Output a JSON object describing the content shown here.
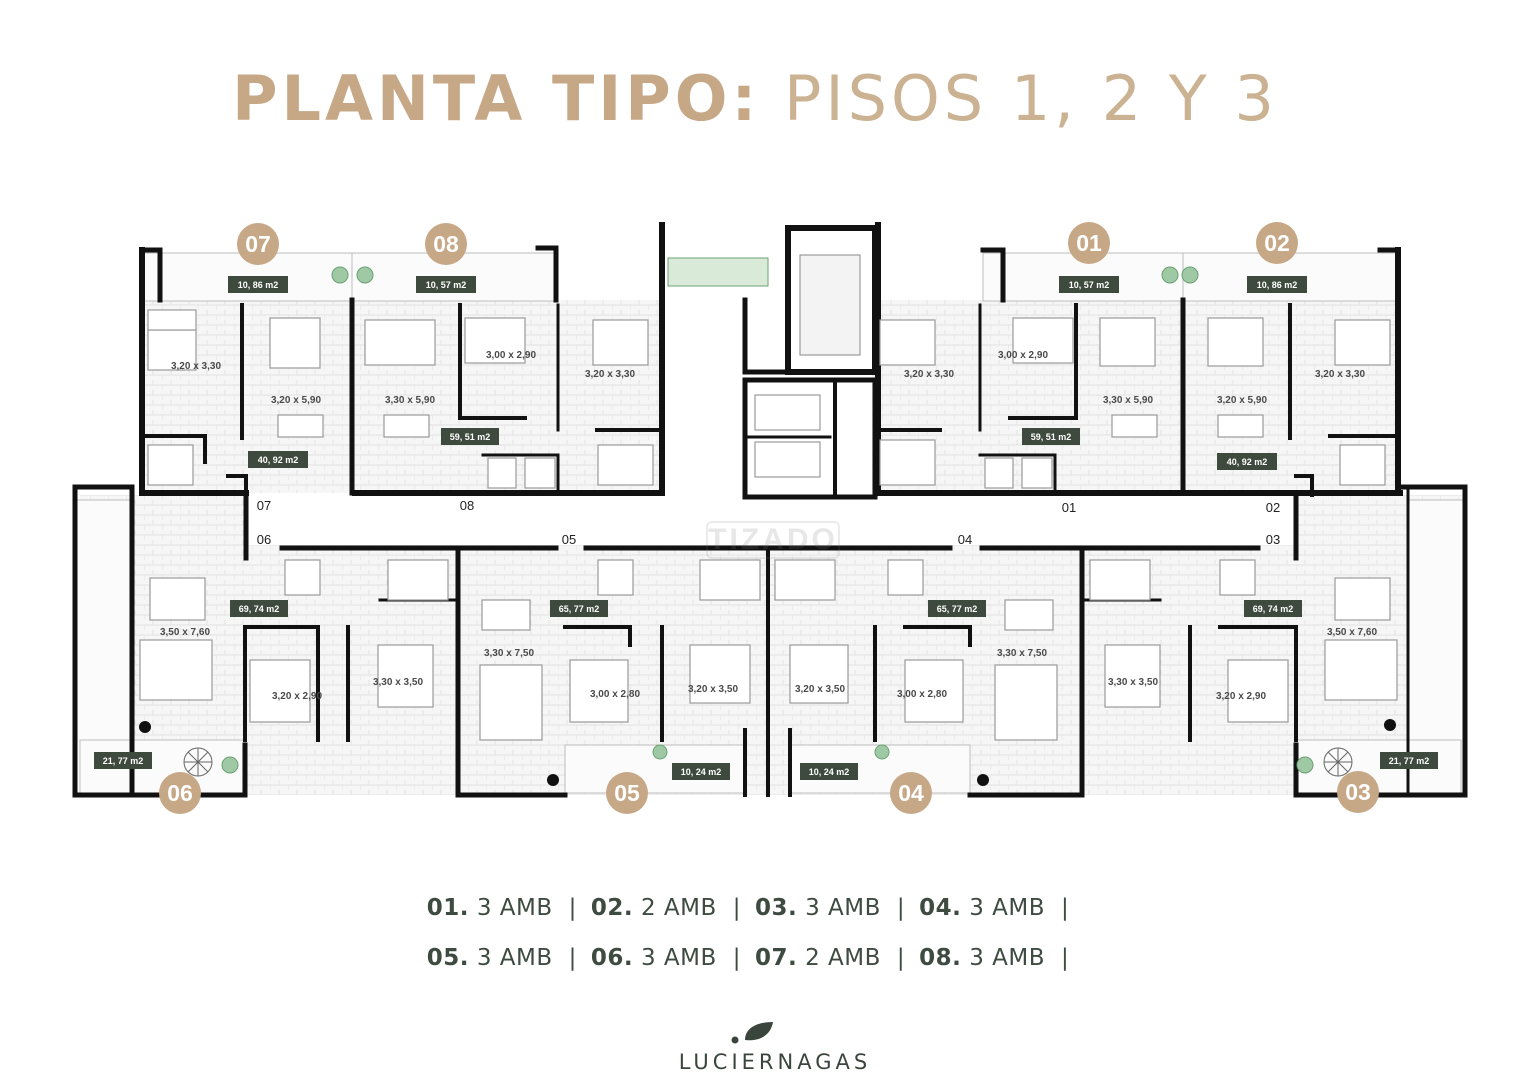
{
  "title": {
    "bold": "PLANTA TIPO:",
    "light": "PISOS 1, 2 Y 3"
  },
  "colors": {
    "accent": "#c6a887",
    "dark_green": "#3b4a3c",
    "wall": "#111111",
    "label_bg": "#3d4a3d"
  },
  "units": [
    {
      "num": "07",
      "area": "10, 86 m2"
    },
    {
      "num": "08",
      "area": "10, 57 m2"
    },
    {
      "num": "01",
      "area": "10, 57 m2"
    },
    {
      "num": "02",
      "area": "10, 86 m2"
    },
    {
      "num": "06",
      "area": "21, 77 m2"
    },
    {
      "num": "05",
      "area": "10, 24 m2"
    },
    {
      "num": "04",
      "area": "10, 24 m2"
    },
    {
      "num": "03",
      "area": "21, 77 m2"
    }
  ],
  "unit_areas": [
    {
      "unit": "07",
      "area": "40, 92 m2"
    },
    {
      "unit": "08",
      "area": "59, 51 m2"
    },
    {
      "unit": "01",
      "area": "59, 51 m2"
    },
    {
      "unit": "02",
      "area": "40, 92 m2"
    },
    {
      "unit": "06",
      "area": "69, 74 m2"
    },
    {
      "unit": "05",
      "area": "65, 77 m2"
    },
    {
      "unit": "04",
      "area": "65, 77 m2"
    },
    {
      "unit": "03",
      "area": "69, 74 m2"
    }
  ],
  "room_dims": [
    "3,20 x 3,30",
    "3,20 x 5,90",
    "3,30 x 5,90",
    "3,00 x 2,90",
    "3,20 x 3,30",
    "3,20 x 3,30",
    "3,00 x 2,90",
    "3,30 x 5,90",
    "3,20 x 5,90",
    "3,20 x 3,30",
    "3,50 x 7,60",
    "3,20 x 2,90",
    "3,30 x 3,50",
    "3,30 x 7,50",
    "3,00 x 2,80",
    "3,20 x 3,50",
    "3,20 x 3,50",
    "3,00 x 2,80",
    "3,30 x 7,50",
    "3,30 x 3,50",
    "3,20 x 2,90",
    "3,50 x 7,60"
  ],
  "door_tags": [
    "07",
    "08",
    "01",
    "02",
    "06",
    "05",
    "04",
    "03"
  ],
  "legend": [
    [
      {
        "num": "01.",
        "desc": "3 AMB"
      },
      {
        "num": "02.",
        "desc": "2 AMB"
      },
      {
        "num": "03.",
        "desc": "3 AMB"
      },
      {
        "num": "04.",
        "desc": "3 AMB"
      }
    ],
    [
      {
        "num": "05.",
        "desc": "3 AMB"
      },
      {
        "num": "06.",
        "desc": "3 AMB"
      },
      {
        "num": "07.",
        "desc": "2 AMB"
      },
      {
        "num": "08.",
        "desc": "3 AMB"
      }
    ]
  ],
  "separator": "|",
  "watermark": "TIZADO",
  "brand": "LUCIERNAGAS"
}
